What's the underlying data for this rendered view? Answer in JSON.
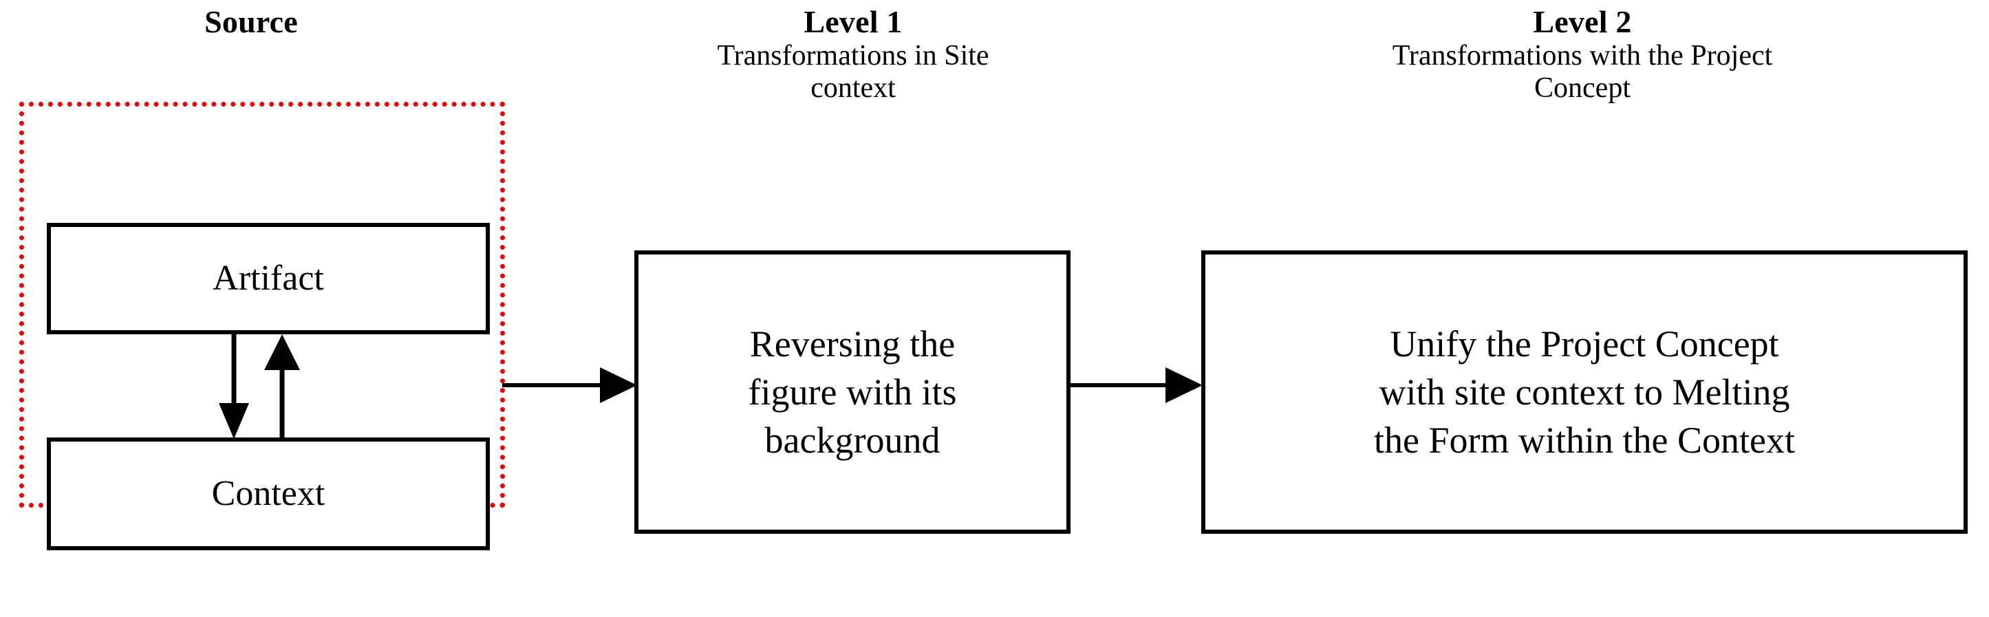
{
  "diagram": {
    "title_font_colors": {
      "text": "#000000",
      "box_border": "#000000",
      "group_border": "#f00000",
      "background": "#ffffff"
    },
    "columns": [
      {
        "id": "source",
        "title": "Source",
        "subtitle": ""
      },
      {
        "id": "level1",
        "title": "Level 1",
        "subtitle": "Transformations in\nSite context"
      },
      {
        "id": "level2",
        "title": "Level 2",
        "subtitle": "Transformations with\nthe Project Concept"
      }
    ],
    "nodes": {
      "artifact": {
        "label": "Artifact"
      },
      "context": {
        "label": "Context"
      },
      "level1": {
        "label": "Reversing the\nfigure with its\nbackground"
      },
      "level2": {
        "label": "Unify the Project Concept\nwith site context to Melting\nthe Form within the Context"
      }
    },
    "edges": [
      {
        "id": "artifact-to-context",
        "from": "artifact",
        "to": "context",
        "direction": "down"
      },
      {
        "id": "context-to-artifact",
        "from": "context",
        "to": "artifact",
        "direction": "up"
      },
      {
        "id": "source-to-level1",
        "from": "source-group",
        "to": "level1",
        "direction": "right"
      },
      {
        "id": "level1-to-level2",
        "from": "level1",
        "to": "level2",
        "direction": "right"
      }
    ],
    "group": {
      "id": "source-group",
      "label": "Source",
      "border_style": "dotted",
      "border_color": "#f00000",
      "members": [
        "artifact",
        "context"
      ]
    }
  }
}
